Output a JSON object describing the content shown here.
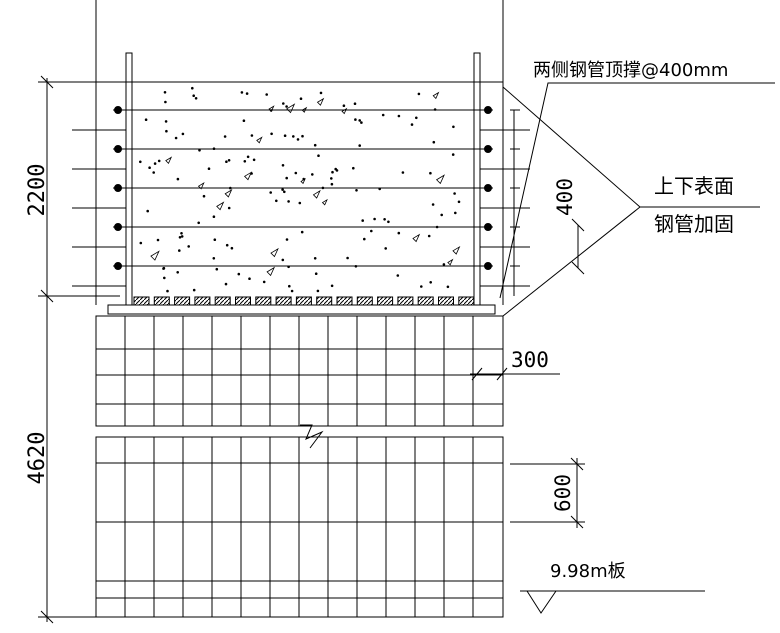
{
  "labels": {
    "top_callout": "两侧钢管顶撑@400mm",
    "side_callout_line1": "上下表面",
    "side_callout_line2": "钢管加固",
    "dim_2200": "2200",
    "dim_4620": "4620",
    "dim_400": "400",
    "dim_300": "300",
    "dim_600": "600",
    "elevation": "9.98m板"
  },
  "colors": {
    "ink": "#000000",
    "paper": "#ffffff"
  }
}
